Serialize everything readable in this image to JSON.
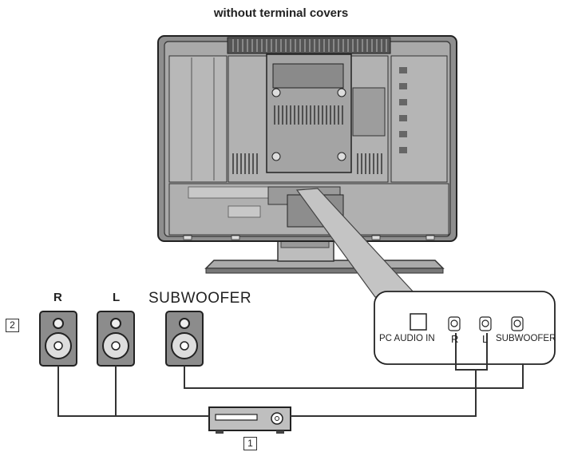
{
  "title": "without terminal covers",
  "speakers": {
    "right_label": "R",
    "left_label": "L",
    "subwoofer_label": "SUBWOOFER"
  },
  "callout": {
    "pc_audio_in": "PC AUDIO IN",
    "r": "R",
    "l": "L",
    "subwoofer": "SUBWOOFER"
  },
  "markers": {
    "amplifier": "1",
    "speakers": "2"
  }
}
